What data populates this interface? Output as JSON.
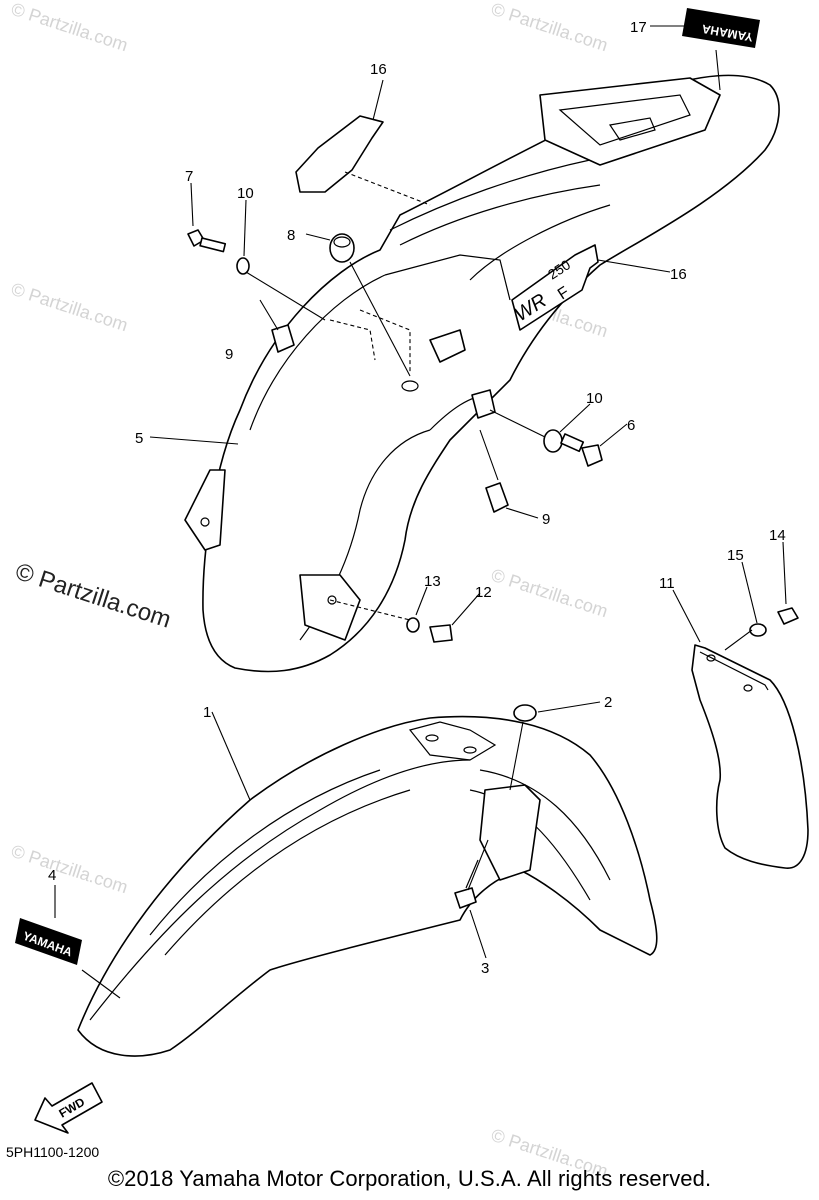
{
  "watermark": {
    "text": "© Partzilla.com",
    "prominent_text": "© Partzilla.com"
  },
  "callouts": [
    "1",
    "2",
    "3",
    "4",
    "5",
    "6",
    "7",
    "8",
    "9",
    "9",
    "10",
    "10",
    "11",
    "12",
    "13",
    "14",
    "15",
    "16",
    "16",
    "17"
  ],
  "decals": {
    "wr_logo": "WR",
    "wr_number": "250",
    "wr_suffix": "F",
    "yamaha_front": "YAMAHA",
    "yamaha_rear": "YAMAHA",
    "fwd_arrow": "FWD"
  },
  "diagram_code": "5PH1100-1200",
  "copyright": "©2018 Yamaha Motor Corporation, U.S.A. All rights reserved."
}
